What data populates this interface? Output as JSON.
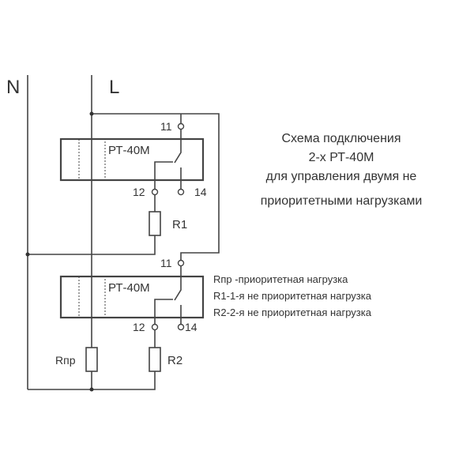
{
  "buses": {
    "neutral": "N",
    "line": "L"
  },
  "relays": [
    {
      "label": "РТ-40М",
      "terminals": {
        "common": "11",
        "nc": "12",
        "no": "14"
      }
    },
    {
      "label": "РТ-40М",
      "terminals": {
        "common": "11",
        "nc": "12",
        "no": "14"
      }
    }
  ],
  "resistors": {
    "r1": "R1",
    "r2": "R2",
    "rpr": "Rпр"
  },
  "title": {
    "line1": "Схема подключения",
    "line2": "2-х РТ-40М",
    "line3": "для управления двумя не",
    "line4": "приоритетными нагрузками"
  },
  "legend": [
    "Rпр -приоритетная нагрузка",
    "R1-1-я не приоритетная нагрузка",
    "R2-2-я не приоритетная нагрузка"
  ],
  "colors": {
    "wire": "#444444",
    "text": "#333333"
  }
}
